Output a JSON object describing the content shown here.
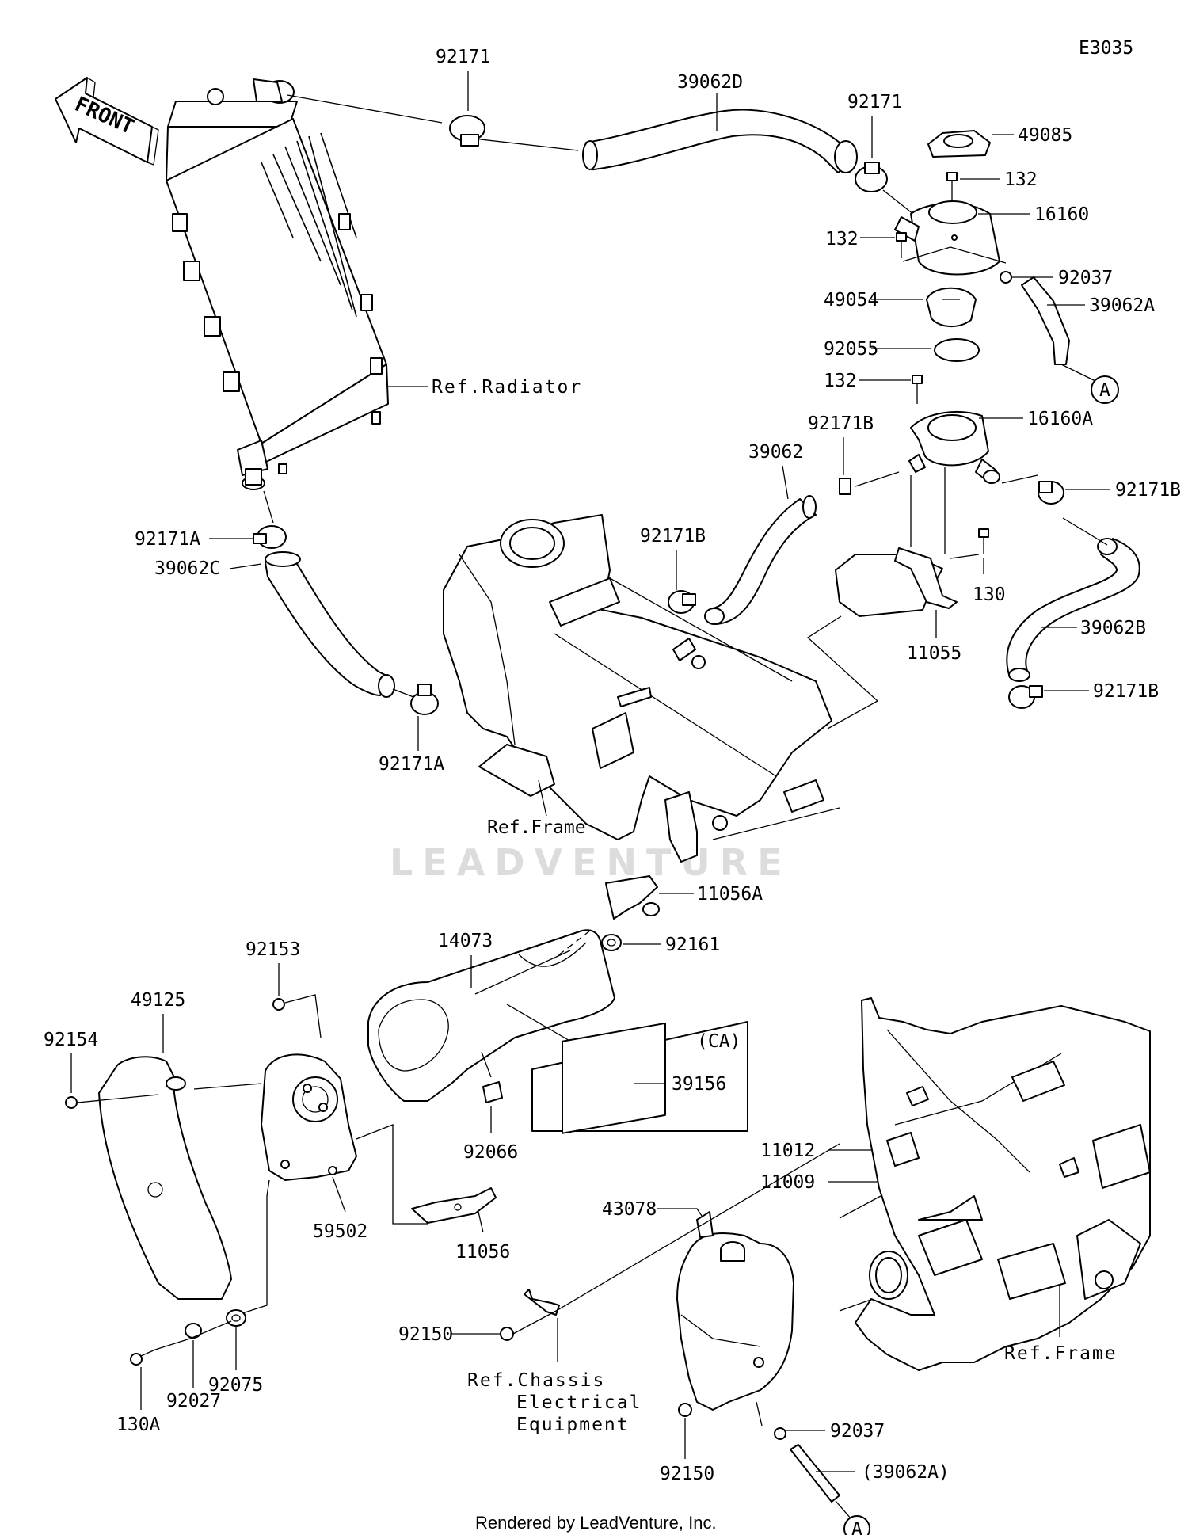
{
  "diagram_code": "E3035",
  "front_label": "FRONT",
  "watermark": "LEADVENTURE",
  "footer": "Rendered by LeadVenture, Inc.",
  "callouts": {
    "c92171_top": "92171",
    "c39062D": "39062D",
    "c92171_right": "92171",
    "c49085": "49085",
    "c132_a": "132",
    "c16160": "16160",
    "c132_b": "132",
    "c92037_top": "92037",
    "c49054": "49054",
    "c39062A": "39062A",
    "c92055": "92055",
    "cA_top": "A",
    "c132_c": "132",
    "c92171B_a": "92171B",
    "c16160A": "16160A",
    "c39062": "39062",
    "c92171B_b": "92171B",
    "c92171B_c": "92171B",
    "c130": "130",
    "c11055": "11055",
    "c39062B": "39062B",
    "c92171B_d": "92171B",
    "ref_radiator": "Ref.Radiator",
    "c92171A_a": "92171A",
    "c39062C": "39062C",
    "c92171A_b": "92171A",
    "ref_frame_top": "Ref.Frame",
    "c11056A": "11056A",
    "c92161": "92161",
    "c14073": "14073",
    "c92153": "92153",
    "c49125": "49125",
    "c92154": "92154",
    "cCA": "(CA)",
    "c39156": "39156",
    "c92066": "92066",
    "c59502": "59502",
    "c11056": "11056",
    "c11012": "11012",
    "c11009": "11009",
    "c43078": "43078",
    "c92150_a": "92150",
    "ref_chassis_1": "Ref.Chassis",
    "ref_chassis_2": "Electrical",
    "ref_chassis_3": "Equipment",
    "c130A": "130A",
    "c92027": "92027",
    "c92075": "92075",
    "c92037_bottom": "92037",
    "c39062A_paren": "(39062A)",
    "c92150_b": "92150",
    "cA_bottom": "A",
    "ref_frame_bottom": "Ref.Frame"
  }
}
